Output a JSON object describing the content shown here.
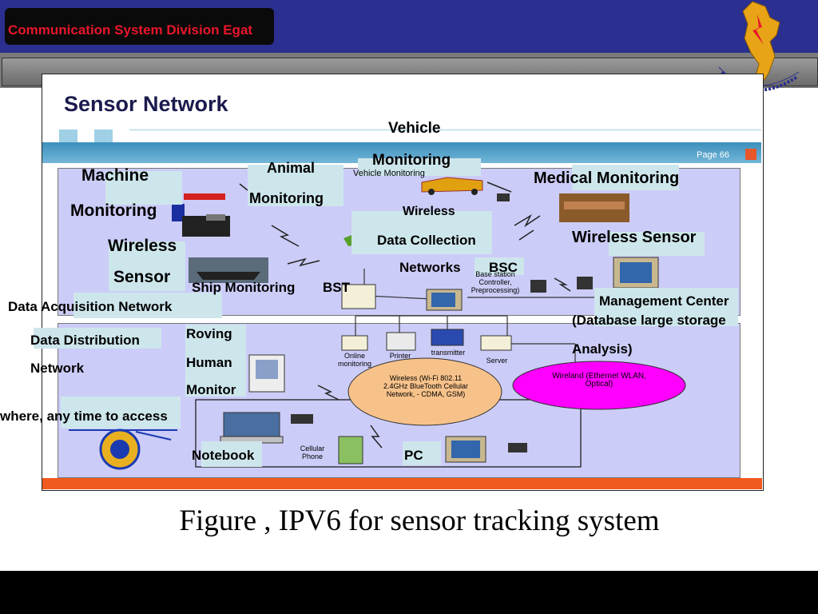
{
  "header": {
    "title": "Communication System Division Egat"
  },
  "slide": {
    "title": "Sensor Network",
    "page": "Page 66"
  },
  "labels": {
    "vehicle": "Vehicle",
    "vehicle_monitoring": "Monitoring",
    "vehicle_monitoring_small": "Vehicle Monitoring",
    "animal": "Animal",
    "animal_monitoring": "Monitoring",
    "machine": "Machine",
    "machine_monitoring": "Monitoring",
    "medical_monitoring": "Medical Monitoring",
    "wireless": "Wireless",
    "data_collection": "Data Collection",
    "networks": "Networks",
    "bsc": "BSC",
    "wireless_sensor_right": "Wireless Sensor",
    "wireless_left": "Wireless",
    "sensor_left": "Sensor",
    "ship_monitoring": "Ship Monitoring",
    "bst": "BST",
    "data_acquisition": "Data Acquisition Network",
    "management_center": "Management Center",
    "database": "(Database large storage",
    "analysis": "Analysis)",
    "data_distribution": "Data Distribution",
    "network": "Network",
    "roving": "Roving",
    "human": "Human",
    "monitor": "Monitor",
    "anywhere": "where, any time to access",
    "notebook": "Notebook",
    "pc": "PC",
    "cellular_phone": "Cellular Phone",
    "base_station": "Base station Controller, Preprocessing)",
    "online_monitoring": "Online monitoring",
    "printer": "Printer",
    "transmitter": "transmitter",
    "server": "Server",
    "wireless_cloud": "Wireless (Wi-Fi 802.11 2.4GHz BlueTooth Cellular Network, - CDMA, GSM)",
    "wireland_cloud": "Wireland (Ethernet WLAN, Optical)"
  },
  "caption": "Figure , IPV6 for sensor tracking system",
  "colors": {
    "header_bg": "#2b2f8f",
    "header_text": "#e8162b",
    "panel": "#ccccf8",
    "orange": "#f05a1e",
    "magenta_cloud": "#ff00ff",
    "wireless_cloud": "#f7c28a"
  }
}
